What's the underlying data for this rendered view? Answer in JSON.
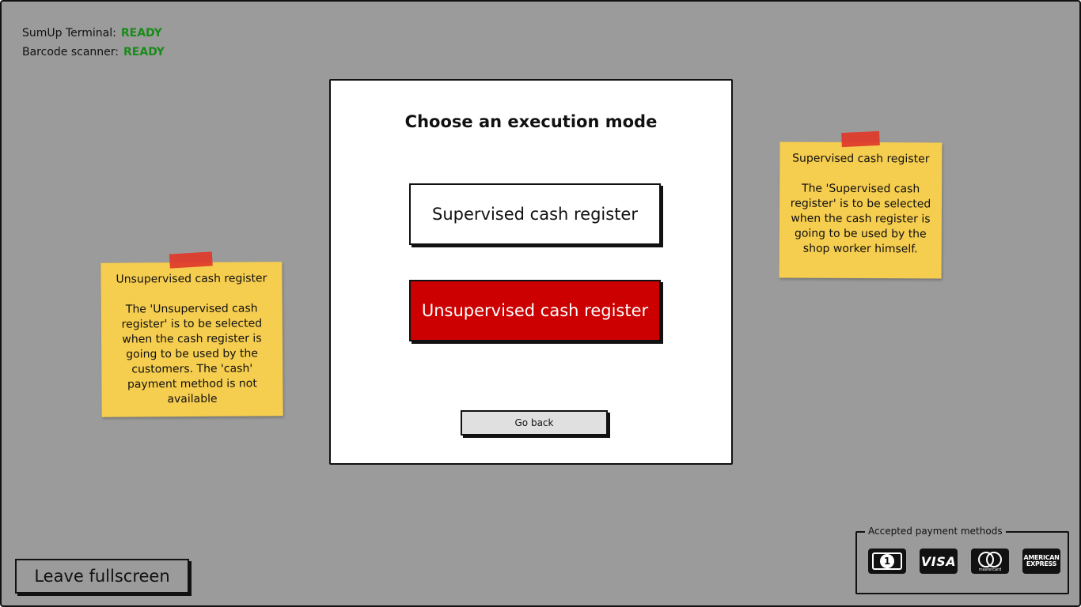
{
  "status": {
    "terminal": {
      "label": "SumUp Terminal:",
      "value": "READY"
    },
    "scanner": {
      "label": "Barcode scanner:",
      "value": "READY"
    }
  },
  "dialog": {
    "title": "Choose an execution mode",
    "supervised_label": "Supervised cash register",
    "unsupervised_label": "Unsupervised cash register",
    "back_label": "Go back"
  },
  "notes": {
    "left": {
      "title": "Unsupervised cash register",
      "text": "The 'Unsupervised cash register' is to be selected when the cash register is going to be used by the customers. The 'cash' payment method is not available"
    },
    "right": {
      "title": "Supervised cash register",
      "text": "The 'Supervised cash register' is to be selected when the cash register is going to be used by the shop worker himself."
    }
  },
  "footer": {
    "leave_fullscreen_label": "Leave fullscreen",
    "payment_methods": {
      "title": "Accepted payment methods",
      "icons": [
        "cash-icon",
        "visa-icon",
        "mastercard-icon",
        "american-express-icon"
      ],
      "cash_glyph": "1",
      "visa_text": "VISA",
      "mastercard_text": "mastercard",
      "amex_line1": "AMERICAN",
      "amex_line2": "EXPRESS"
    }
  },
  "colors": {
    "background": "#9b9b9b",
    "ready": "#1a8a1a",
    "unsupervised_button": "#cc0000",
    "sticky_note": "#f5cd4f",
    "tape": "#e03a2a"
  }
}
